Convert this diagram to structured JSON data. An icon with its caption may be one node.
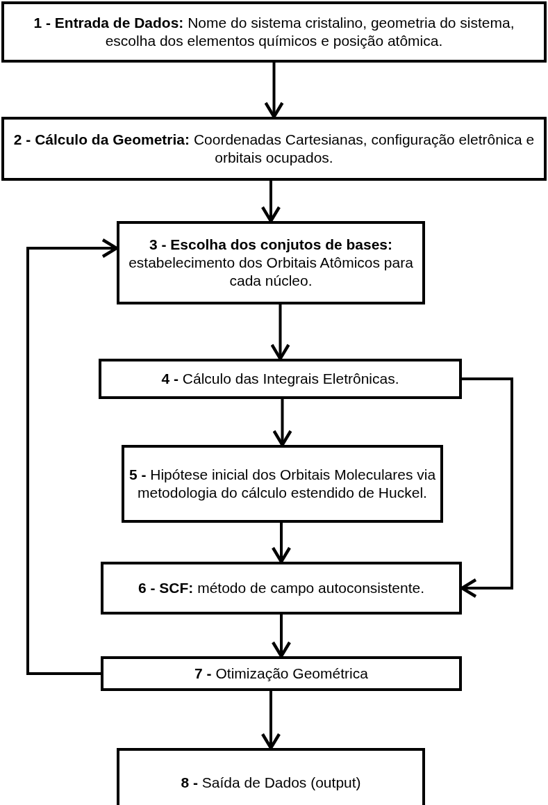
{
  "diagram": {
    "nodes": [
      {
        "text": [
          "**1 - Entrada de Dados:** Nome do sistema cristalino, geometria do sistema, escolha dos elementos químicos e posição atômica."
        ]
      },
      {
        "text": [
          "**2 - Cálculo da Geometria:** Coordenadas Cartesianas, configuração eletrônica e orbitais ocupados."
        ]
      },
      {
        "text": [
          "**3 - Escolha dos conjutos de bases:** estabelecimento dos Orbitais Atômicos para cada núcleo."
        ]
      },
      {
        "text": [
          "**4 -** Cálculo das Integrais Eletrônicas."
        ]
      },
      {
        "text": [
          "**5 -** Hipótese inicial dos Orbitais Moleculares via metodologia do cálculo estendido de Huckel."
        ]
      },
      {
        "text": [
          "**6 - SCF:** método de campo autoconsistente."
        ]
      },
      {
        "text": [
          "**7 -** Otimização Geométrica"
        ]
      },
      {
        "text": [
          "**8 -** Saída de Dados (output)"
        ]
      }
    ],
    "edges": [
      {
        "from": 0,
        "to": 1,
        "arrow": "to"
      },
      {
        "from": 1,
        "to": 2,
        "arrow": "to"
      },
      {
        "from": 2,
        "to": 3,
        "arrow": "to"
      },
      {
        "from": 3,
        "to": 4,
        "arrow": "to"
      },
      {
        "from": 4,
        "to": 5,
        "arrow": "to"
      },
      {
        "from": 5,
        "to": 6,
        "arrow": "to"
      },
      {
        "from": 3,
        "to": 5,
        "arrow": "to"
      },
      {
        "from": 6,
        "to": 7,
        "arrow": "to"
      },
      {
        "from": 6,
        "to": 2,
        "arrow": "to"
      }
    ]
  }
}
